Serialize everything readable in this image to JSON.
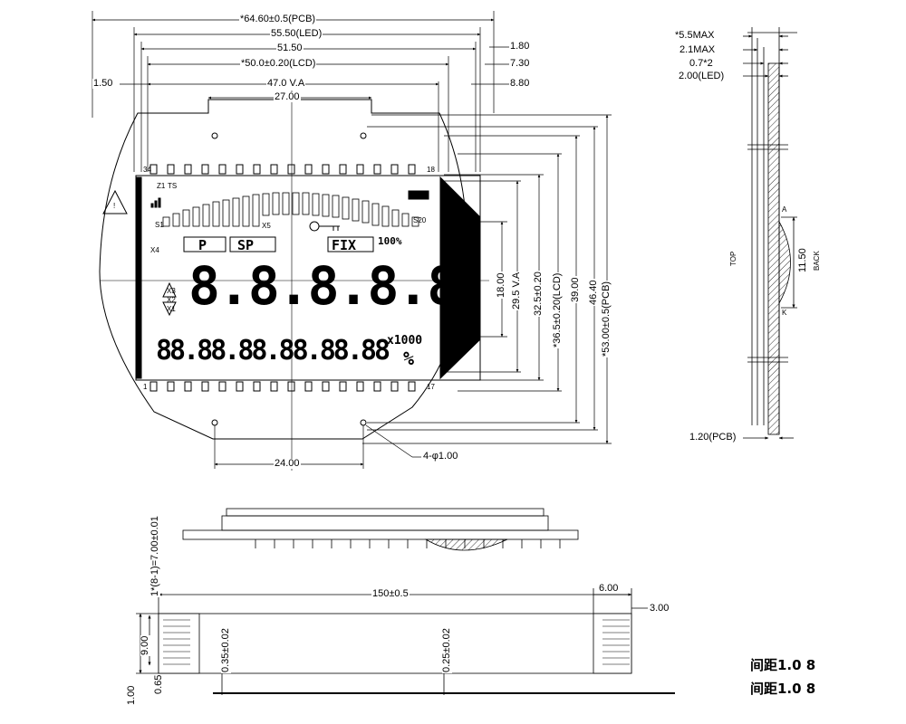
{
  "front_view": {
    "horizontal_dims": [
      {
        "id": "pcb_w",
        "text": "*64.60±0.5(PCB)"
      },
      {
        "id": "led_w",
        "text": "55.50(LED)"
      },
      {
        "id": "w5150",
        "text": "51.50"
      },
      {
        "id": "lcd_w",
        "text": "*50.0±0.20(LCD)"
      },
      {
        "id": "va_w",
        "text": "47.0 V.A"
      },
      {
        "id": "top_w",
        "text": "27.00"
      },
      {
        "id": "bottom_w",
        "text": "24.00"
      }
    ],
    "side_offsets": [
      {
        "id": "left_off",
        "text": "1.50"
      },
      {
        "id": "r180",
        "text": "1.80"
      },
      {
        "id": "r730",
        "text": "7.30"
      },
      {
        "id": "r880",
        "text": "8.80"
      }
    ],
    "vertical_dims": [
      {
        "id": "v18",
        "text": "18.00"
      },
      {
        "id": "v295",
        "text": "29.5 V.A"
      },
      {
        "id": "v325",
        "text": "32.5±0.20"
      },
      {
        "id": "v365",
        "text": "*36.5±0.20(LCD)"
      },
      {
        "id": "v39",
        "text": "39.00"
      },
      {
        "id": "v464",
        "text": "46.40"
      },
      {
        "id": "v53",
        "text": "*53.00±0.5(PCB)"
      }
    ],
    "holes_label": "4-φ1.00",
    "pin_numbers": {
      "top_left": "34",
      "top_right": "18",
      "bottom_left": "1",
      "bottom_right": "17"
    },
    "lcd_icons": {
      "z1": "Z1",
      "ts": "TS",
      "s1": "S1",
      "x4": "X4",
      "x3": "X3",
      "x2": "X2",
      "x1": "X1",
      "s20": "S20",
      "p": "P",
      "sp": "SP",
      "fix": "FIX",
      "pct100": "100%",
      "x1000": "x1000",
      "pct": "%",
      "x5": "X5",
      "digits_big": "8.8.8.8.8",
      "digits_small": "88.88.88.88.88.88"
    },
    "warning_symbol": "!"
  },
  "side_view": {
    "dims": [
      {
        "id": "s55",
        "text": "*5.5MAX"
      },
      {
        "id": "s21",
        "text": "2.1MAX"
      },
      {
        "id": "s072",
        "text": "0.7*2"
      },
      {
        "id": "s200",
        "text": "2.00(LED)"
      },
      {
        "id": "s120",
        "text": "1.20(PCB)"
      },
      {
        "id": "s115",
        "text": "11.50"
      }
    ],
    "top_label": "TOP",
    "back_label": "BACK",
    "pin_a": "A",
    "pin_k": "K"
  },
  "fpc_view": {
    "dims": [
      {
        "id": "f150",
        "text": "150±0.5"
      },
      {
        "id": "f6",
        "text": "6.00"
      },
      {
        "id": "f3",
        "text": "3.00"
      },
      {
        "id": "f9",
        "text": "9.00"
      },
      {
        "id": "f1",
        "text": "1.00"
      },
      {
        "id": "f065",
        "text": "0.65"
      },
      {
        "id": "fpitch",
        "text": "1*(8-1)=7.00±0.01"
      },
      {
        "id": "f035",
        "text": "0.35±0.02"
      },
      {
        "id": "f025",
        "text": "0.25±0.02"
      }
    ]
  },
  "notes": [
    {
      "id": "note1",
      "text": "间距1.0  8"
    },
    {
      "id": "note2",
      "text": "间距1.0  8"
    }
  ]
}
